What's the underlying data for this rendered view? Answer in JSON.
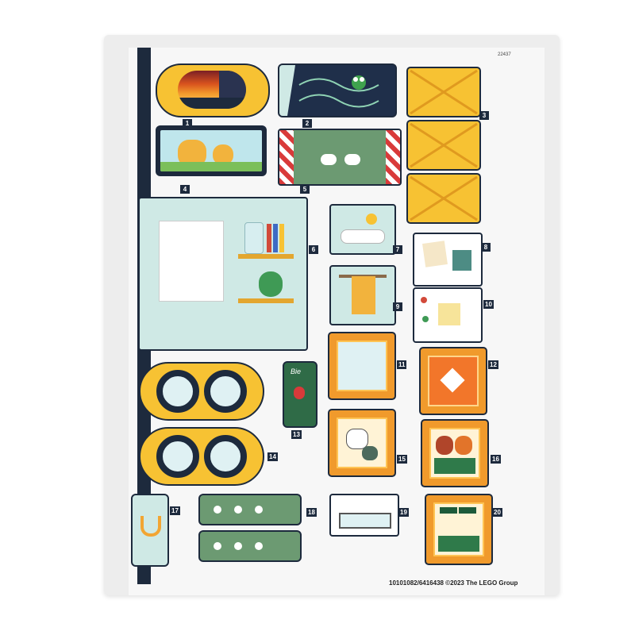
{
  "sheet": {
    "code": "22437",
    "footer": "10101082/6416438 ©2023 The LEGO Group"
  },
  "stickers": [
    {
      "label": "1",
      "subject": "sunset"
    },
    {
      "label": "2",
      "subject": "frog-on-vines"
    },
    {
      "label": "3",
      "subject": "wood-crate"
    },
    {
      "label": "4",
      "subject": "lion-cubs"
    },
    {
      "label": "5",
      "subject": "birds-awning"
    },
    {
      "label": "6",
      "subject": "poster-shelves"
    },
    {
      "label": "7",
      "subject": "duck-panel"
    },
    {
      "label": "8",
      "subject": "note-board"
    },
    {
      "label": "9",
      "subject": "towel"
    },
    {
      "label": "10",
      "subject": "paw-board"
    },
    {
      "label": "11",
      "subject": "mirror"
    },
    {
      "label": "12",
      "subject": "pattern-frame"
    },
    {
      "label": "13",
      "subject": "bird-sign"
    },
    {
      "label": "14",
      "subject": "stove-burners"
    },
    {
      "label": "15",
      "subject": "puppy-frame"
    },
    {
      "label": "16",
      "subject": "friends-frame"
    },
    {
      "label": "17",
      "subject": "horseshoe"
    },
    {
      "label": "18",
      "subject": "paw-prints"
    },
    {
      "label": "19",
      "subject": "oven"
    },
    {
      "label": "20",
      "subject": "graduation-frame"
    }
  ],
  "sign13_text": "Bie",
  "colors": {
    "navy": "#1d2a3d",
    "yellow": "#f7c233",
    "orange": "#f09a2c",
    "mint": "#cfe9e5",
    "green": "#2f6b47",
    "sage": "#6c9a72"
  }
}
